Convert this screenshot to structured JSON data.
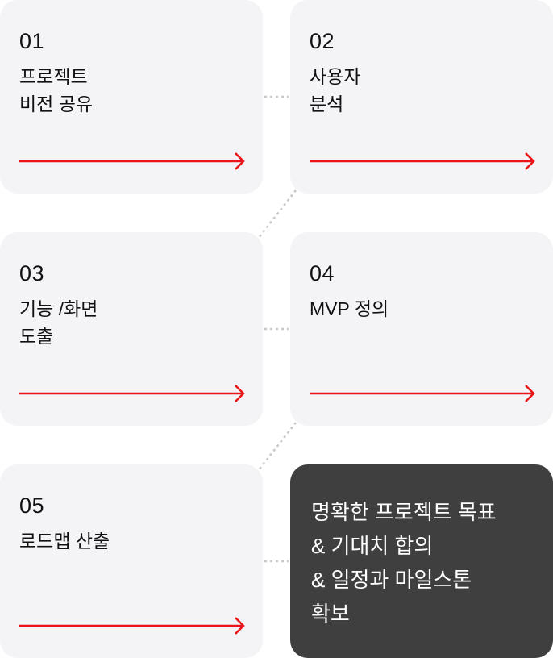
{
  "colors": {
    "card_bg": "#f4f4f7",
    "dark_card_bg": "#3f3f3f",
    "arrow": "#e8151b",
    "connector": "#c9c9c9"
  },
  "steps": [
    {
      "number": "01",
      "label": "프로젝트\n비전 공유"
    },
    {
      "number": "02",
      "label": "사용자\n분석"
    },
    {
      "number": "03",
      "label": "기능 /화면\n도출"
    },
    {
      "number": "04",
      "label": "MVP 정의"
    },
    {
      "number": "05",
      "label": "로드맵 산출"
    }
  ],
  "outcome": {
    "text": "명확한 프로젝트 목표\n& 기대치 합의\n& 일정과 마일스톤\n확보"
  }
}
